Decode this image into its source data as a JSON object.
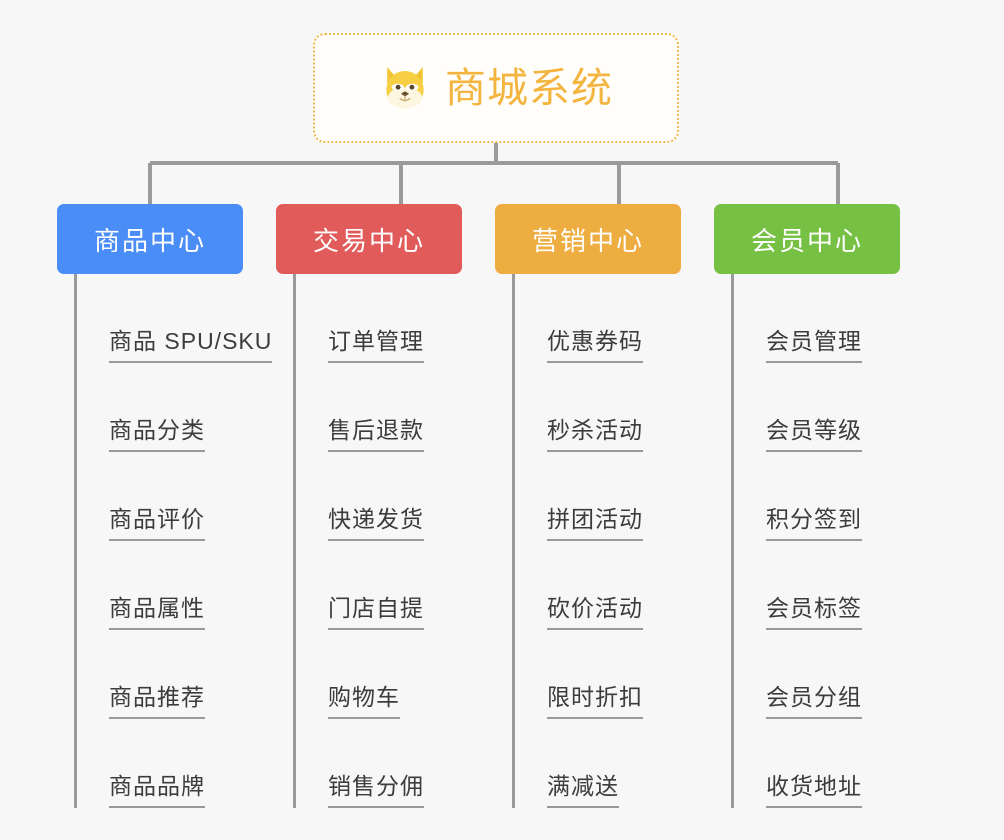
{
  "background_color": "#f7f7f7",
  "root": {
    "title": "商城系统",
    "icon": "shiba-dog-icon",
    "text_color": "#f3b53f",
    "border_color": "#f0b84a"
  },
  "connector_color": "#9a9a9a",
  "categories": [
    {
      "label": "商品中心",
      "color": "#4a8df6",
      "items": [
        "商品 SPU/SKU",
        "商品分类",
        "商品评价",
        "商品属性",
        "商品推荐",
        "商品品牌"
      ]
    },
    {
      "label": "交易中心",
      "color": "#e15b5b",
      "items": [
        "订单管理",
        "售后退款",
        "快递发货",
        "门店自提",
        "购物车",
        "销售分佣"
      ]
    },
    {
      "label": "营销中心",
      "color": "#eead41",
      "items": [
        "优惠券码",
        "秒杀活动",
        "拼团活动",
        "砍价活动",
        "限时折扣",
        "满减送"
      ]
    },
    {
      "label": "会员中心",
      "color": "#76c043",
      "items": [
        "会员管理",
        "会员等级",
        "积分签到",
        "会员标签",
        "会员分组",
        "收货地址"
      ]
    }
  ]
}
